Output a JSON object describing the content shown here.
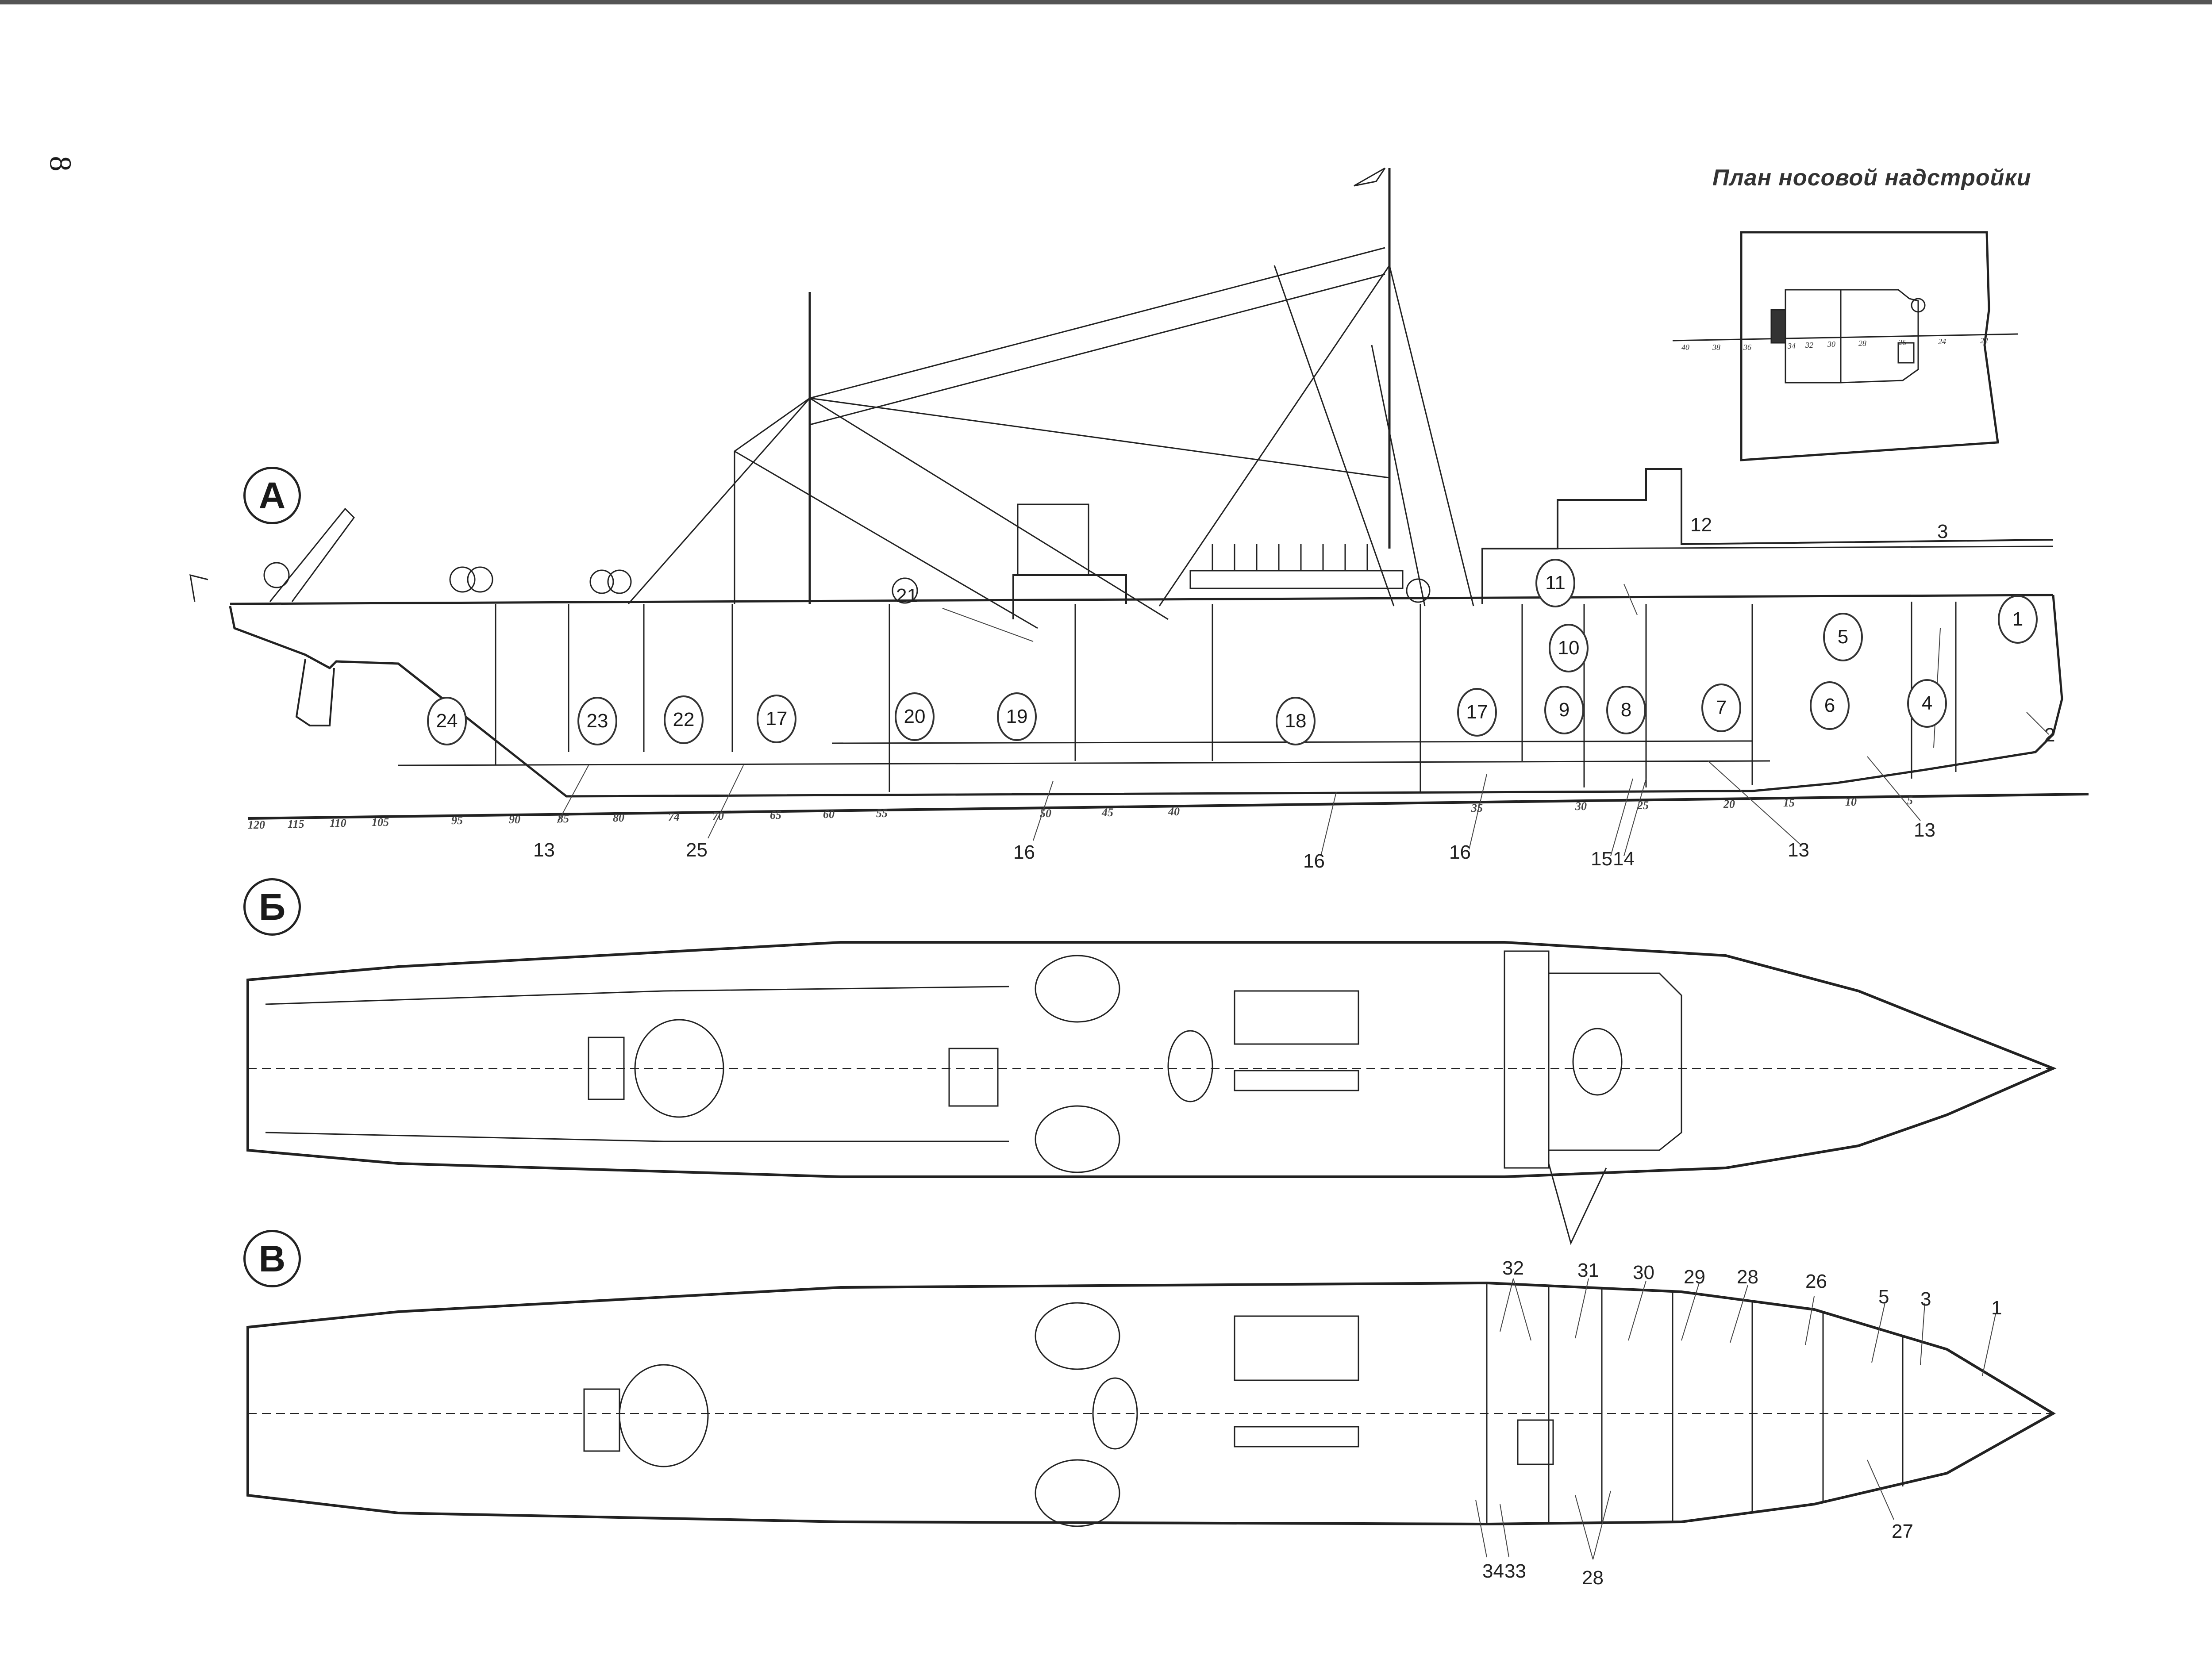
{
  "page": {
    "page_number": "8",
    "inset_title": "План носовой надстройки"
  },
  "views": [
    {
      "id": "A",
      "label": "А",
      "kind": "side-profile"
    },
    {
      "id": "B",
      "label": "Б",
      "kind": "upper-deck-plan"
    },
    {
      "id": "V",
      "label": "В",
      "kind": "lower-deck-plan"
    }
  ],
  "profile_compartments": [
    "1",
    "4",
    "5",
    "6",
    "7",
    "8",
    "9",
    "10",
    "11",
    "17",
    "18",
    "19",
    "20",
    "22",
    "23",
    "24",
    "17"
  ],
  "profile_callouts": [
    "21",
    "12",
    "3",
    "2",
    "13",
    "25",
    "16",
    "16",
    "16",
    "15",
    "14",
    "13",
    "13"
  ],
  "frame_scale": [
    "120",
    "115",
    "110",
    "105",
    "95",
    "90",
    "85",
    "80",
    "74",
    "70",
    "65",
    "60",
    "55",
    "50",
    "45",
    "40",
    "35",
    "30",
    "25",
    "20",
    "15",
    "10",
    "5"
  ],
  "inset_scale": [
    "40",
    "38",
    "36",
    "34",
    "32",
    "30",
    "28",
    "26",
    "24",
    "22"
  ],
  "plan_callouts_top": [
    "32",
    "31",
    "30",
    "29",
    "28",
    "26",
    "5",
    "3",
    "1"
  ],
  "plan_callouts_bottom": [
    "34",
    "33",
    "28",
    "27"
  ]
}
